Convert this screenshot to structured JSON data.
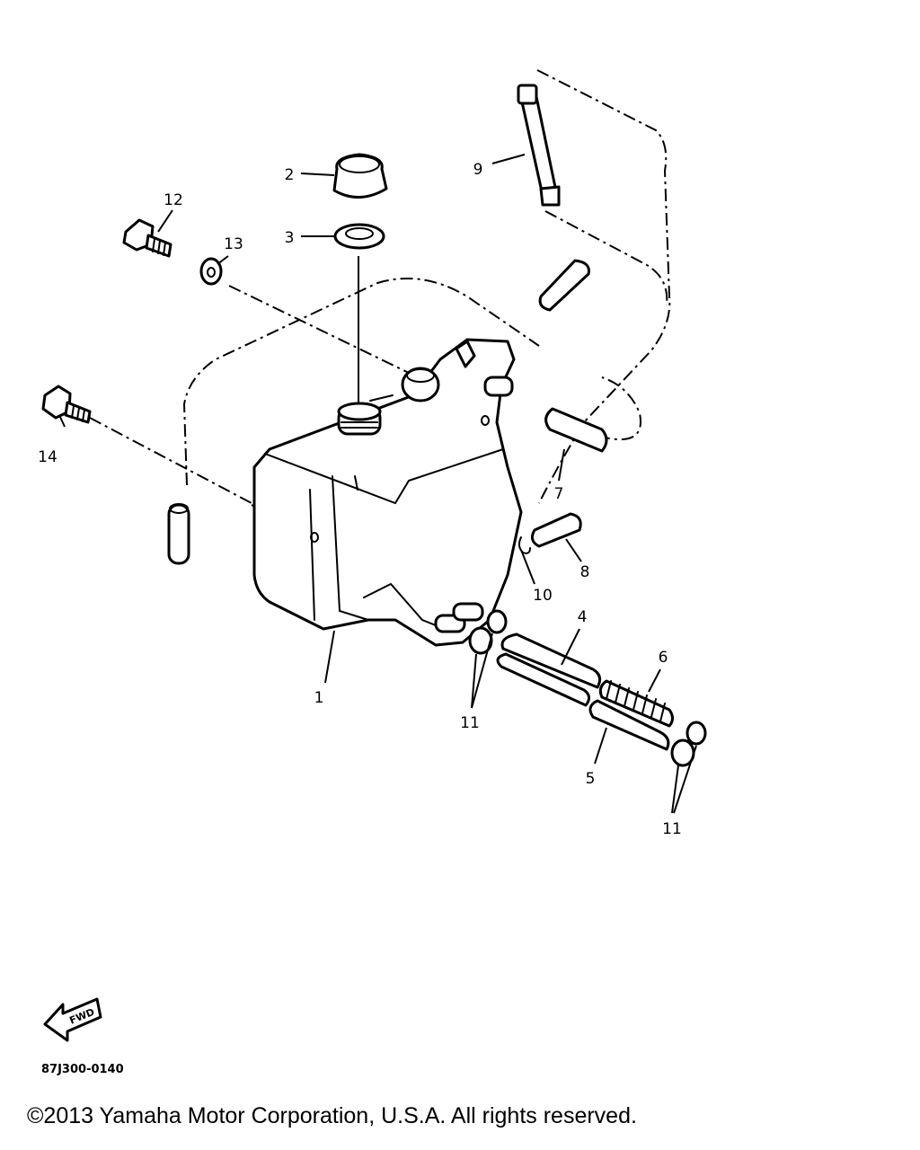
{
  "diagram": {
    "callouts": {
      "c1": "1",
      "c2": "2",
      "c3": "3",
      "c4": "4",
      "c5": "5",
      "c6": "6",
      "c7": "7",
      "c8": "8",
      "c9": "9",
      "c10": "10",
      "c11a": "11",
      "c11b": "11",
      "c12": "12",
      "c13": "13",
      "c14": "14"
    },
    "fwd_label": "FWD",
    "part_code": "87J300-0140"
  },
  "footer": {
    "copyright": "©2013 Yamaha Motor Corporation, U.S.A. All rights reserved."
  }
}
